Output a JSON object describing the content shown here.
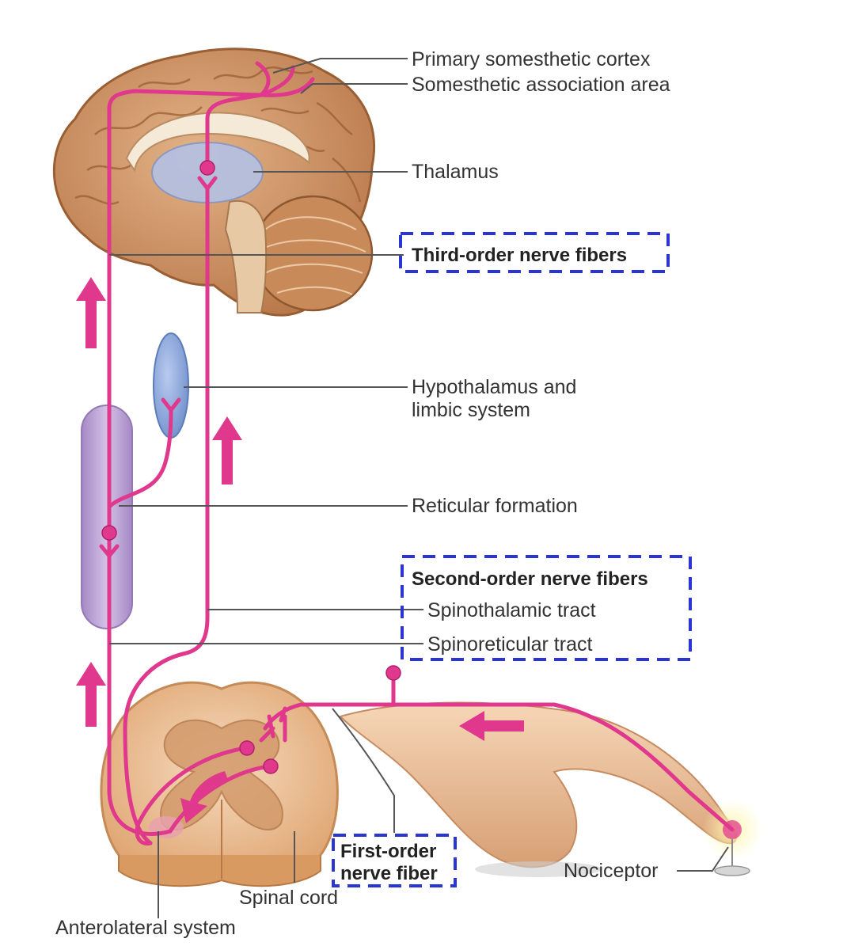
{
  "labels": {
    "primary_cortex": "Primary somesthetic cortex",
    "association_area": "Somesthetic association area",
    "thalamus": "Thalamus",
    "third_order": "Third-order nerve fibers",
    "hypothalamus_line1": "Hypothalamus and",
    "hypothalamus_line2": "limbic system",
    "reticular": "Reticular formation",
    "second_order": "Second-order nerve fibers",
    "spinothalamic": "Spinothalamic tract",
    "spinoreticular": "Spinoreticular tract",
    "first_order_line1": "First-order",
    "first_order_line2": "nerve fiber",
    "nociceptor": "Nociceptor",
    "spinal_cord": "Spinal cord",
    "anterolateral": "Anterolateral system"
  },
  "colors": {
    "nerve": "#e0388c",
    "highlight_box": "#2a35d4",
    "brain": "#c98a5a",
    "thalamus": "#b5c0e0",
    "reticular": "#b79ad0",
    "hypothalamus": "#8fa8da",
    "spinal_cord": "#e8b98a",
    "skin": "#e9bf98"
  }
}
